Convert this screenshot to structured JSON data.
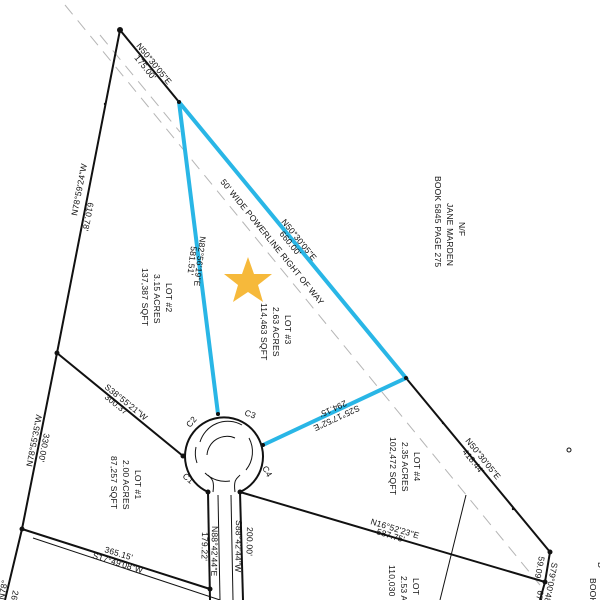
{
  "plat": {
    "highlight_color": "#29b6e6",
    "star_color": "#f6b93b",
    "line_color": "#111111",
    "row_line_color": "#b5b5b5",
    "right_of_way_label": "50' WIDE POWERLINE RIGHT OF WAY",
    "adjoiner": {
      "line1": "N/F",
      "line2": "JANE MARDEN",
      "line3": "BOOK 5845 PAGE 275"
    },
    "lots": [
      {
        "id": "lot-1",
        "name": "LOT #1",
        "acres": "2.00 ACRES",
        "sqft": "87,257 SQFT"
      },
      {
        "id": "lot-2",
        "name": "LOT #2",
        "acres": "3.15 ACRES",
        "sqft": "137,387 SQFT"
      },
      {
        "id": "lot-3",
        "name": "LOT #3",
        "acres": "2.63 ACRES",
        "sqft": "114,463 SQFT"
      },
      {
        "id": "lot-4",
        "name": "LOT #4",
        "acres": "2.35 ACRES",
        "sqft": "102,472 SQFT"
      },
      {
        "id": "lot-5",
        "name": "LOT",
        "acres": "2.53 A",
        "sqft": "110,030"
      }
    ],
    "bearings": {
      "top_left_segment": {
        "bearing": "N50°30'05\"E",
        "distance": "175.00'"
      },
      "lot3_ne_line": {
        "bearing": "N50°30'05\"E",
        "distance": "660.00'"
      },
      "lot4_ne_line": {
        "bearing": "N50°30'05\"E",
        "distance": "418.44'"
      },
      "west_line_upper": {
        "bearing": "N78°59'24\"W",
        "distance": "610.78'"
      },
      "west_line_lower": {
        "bearing": "N78°55'35\"W",
        "distance": "330.00'"
      },
      "lot3_west_line": {
        "bearing": "N82°56'19\"E",
        "distance": "581.51'"
      },
      "lot1_lot2_line": {
        "bearing": "S38°55'21\"W",
        "distance": "300.37'"
      },
      "lot3_south_line": {
        "bearing": "S25°17'52\"E",
        "distance": "294.15'"
      },
      "lot4_south_line": {
        "bearing": "N16°52'23\"E",
        "distance": "587.75'"
      },
      "road_west": {
        "bearing": "N88°42'44\"E",
        "distance": "179.22'"
      },
      "road_east": {
        "bearing": "S88°42'44\"W",
        "distance": "200.00'"
      },
      "bottom_left": {
        "bearing": "S17°49'08\"W",
        "distance": "365.15'"
      },
      "east_short": {
        "bearing": "S79°00'48\"",
        "distance": "59.09'"
      },
      "east_short_2": {
        "distance": "67."
      },
      "bottom_edge_bearing": "N78°",
      "bottom_edge_distance": "26"
    },
    "curves": [
      "C1",
      "C2",
      "C3",
      "C4"
    ],
    "edge_fragments": {
      "right_book": "BOOK",
      "right_d": "D"
    }
  }
}
